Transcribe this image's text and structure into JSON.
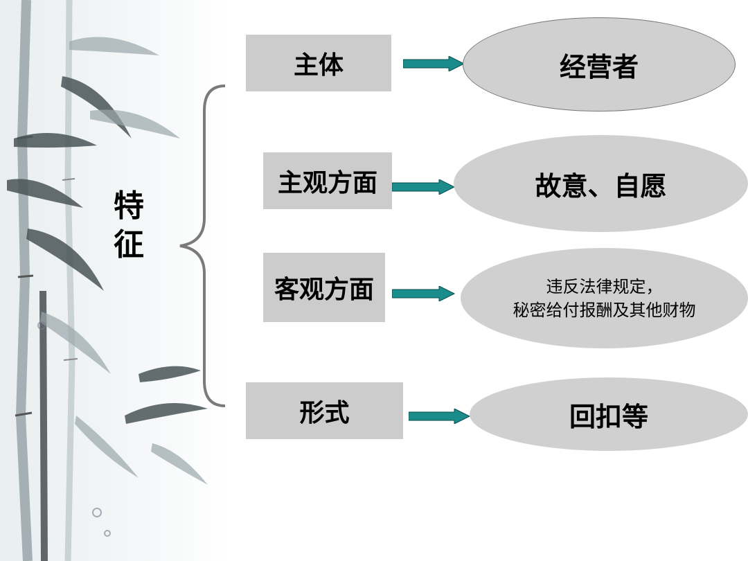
{
  "diagram": {
    "main_label": [
      "特",
      "征"
    ],
    "rows": [
      {
        "name": "subject",
        "box": "主体",
        "result": "经营者"
      },
      {
        "name": "subjective",
        "box": "主观方面",
        "result": "故意、自愿"
      },
      {
        "name": "objective",
        "box": "客观方面",
        "result_lines": [
          "违反法律规定，",
          "秘密给付报酬及其他财物"
        ]
      },
      {
        "name": "form",
        "box": "形式",
        "result": "回扣等"
      }
    ]
  },
  "colors": {
    "box_fill": "#cccccc",
    "ellipse_fill": "#d0d0d0",
    "arrow_fill": "#1a8c8c",
    "brace_stroke": "#7a7a7a"
  }
}
